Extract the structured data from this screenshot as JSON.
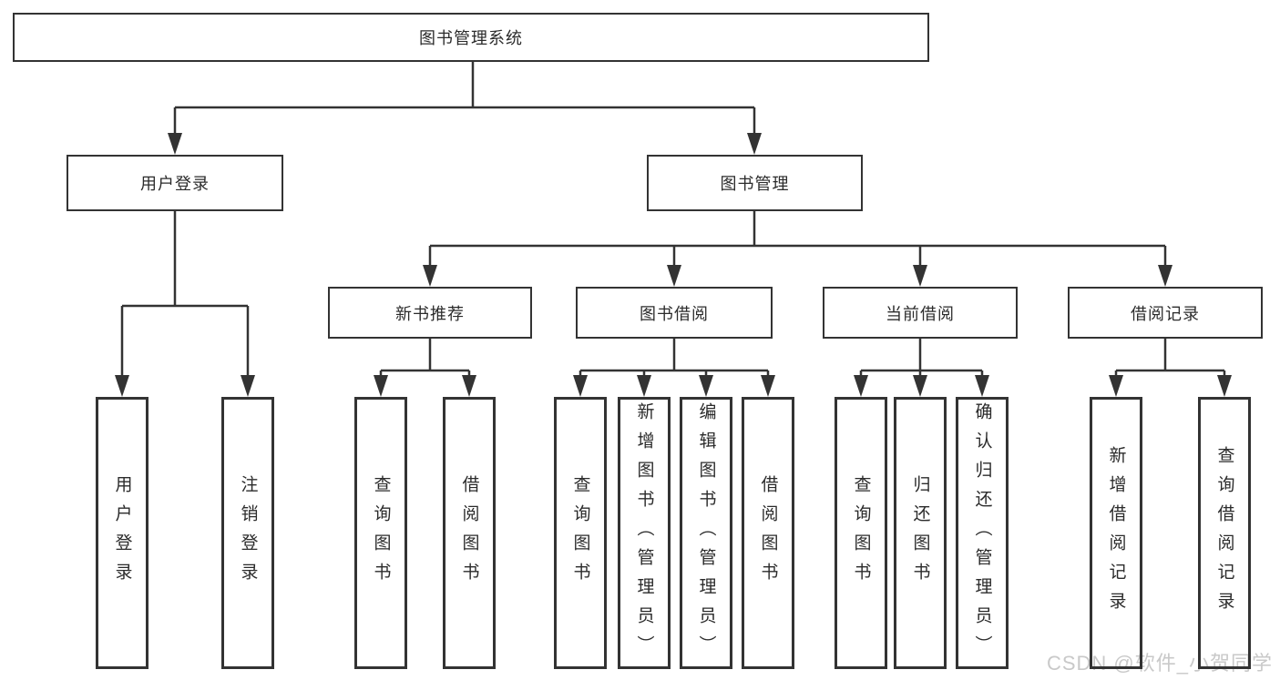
{
  "tree": {
    "root": {
      "label": "图书管理系统"
    },
    "children": [
      {
        "label": "用户登录",
        "children": [
          {
            "label": "用户登录"
          },
          {
            "label": "注销登录"
          }
        ]
      },
      {
        "label": "图书管理",
        "children": [
          {
            "label": "新书推荐",
            "children": [
              {
                "label": "查询图书"
              },
              {
                "label": "借阅图书"
              }
            ]
          },
          {
            "label": "图书借阅",
            "children": [
              {
                "label": "查询图书"
              },
              {
                "label": "新增图书（管理员）"
              },
              {
                "label": "编辑图书（管理员）"
              },
              {
                "label": "借阅图书"
              }
            ]
          },
          {
            "label": "当前借阅",
            "children": [
              {
                "label": "查询图书"
              },
              {
                "label": "归还图书"
              },
              {
                "label": "确认归还（管理员）"
              }
            ]
          },
          {
            "label": "借阅记录",
            "children": [
              {
                "label": "新增借阅记录"
              },
              {
                "label": "查询借阅记录"
              }
            ]
          }
        ]
      }
    ]
  },
  "watermark": {
    "text": "CSDN @软件_小贺同学"
  },
  "colors": {
    "line": "#333333",
    "box_background": "#ffffff",
    "text": "#2b2b2b",
    "watermark": "#c9c9c9",
    "background": "#ffffff"
  }
}
